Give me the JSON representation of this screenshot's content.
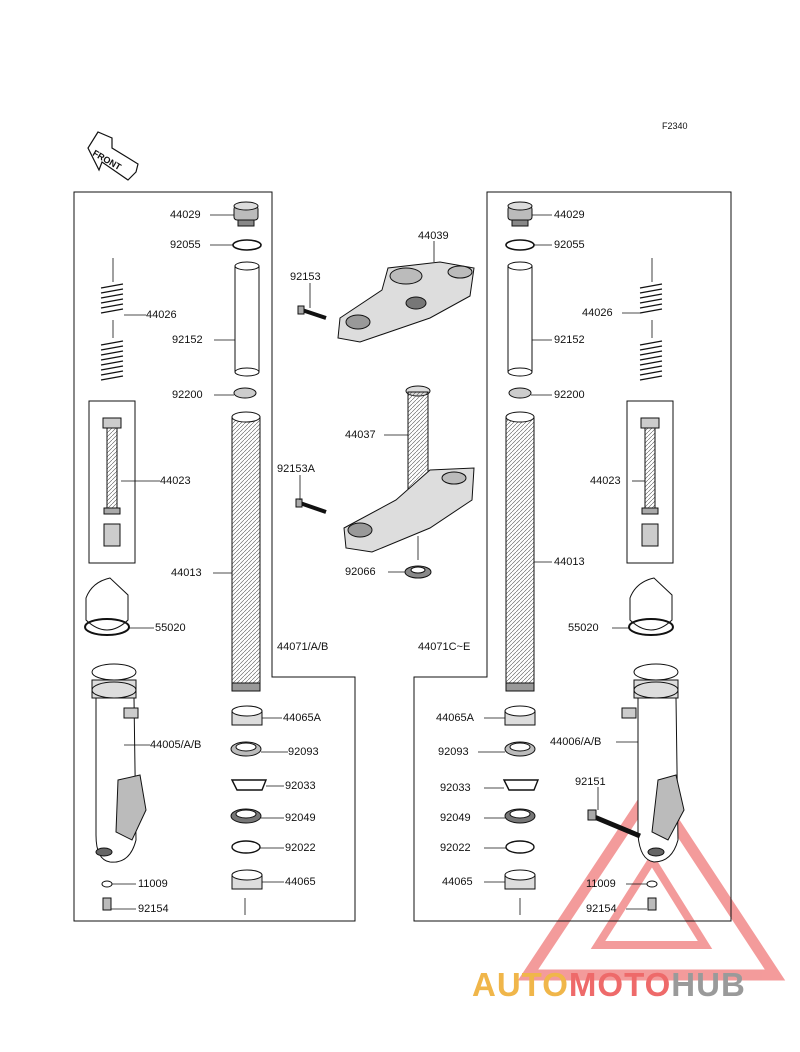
{
  "figure_code": "F2340",
  "front_arrow_text": "FRONT",
  "watermark": {
    "part1": "AUTO",
    "part2": "MOTO",
    "part3": "HUB",
    "triangle_color": "#ee4444"
  },
  "left_assembly": {
    "group_label": "44071/A/B",
    "labels": {
      "cap": "44029",
      "oring": "92055",
      "spring": "44026",
      "spacer": "92152",
      "washer": "92200",
      "cartridge": "44023",
      "inner_tube": "44013",
      "guard": "55020",
      "outer_tube": "44005/A/B",
      "bush_a": "44065A",
      "seal_washer": "92093",
      "clip": "92033",
      "oil_seal": "92049",
      "dust_seal": "92022",
      "bush": "44065",
      "gasket": "11009",
      "bolt": "92154"
    }
  },
  "center_assembly": {
    "labels": {
      "upper_clamp": "44039",
      "upper_bolt": "92153",
      "stem": "44037",
      "lower_bolt": "92153A",
      "stem_seal": "92066"
    }
  },
  "right_assembly": {
    "group_label": "44071C~E",
    "labels": {
      "cap": "44029",
      "oring": "92055",
      "spring": "44026",
      "spacer": "92152",
      "washer": "92200",
      "cartridge": "44023",
      "inner_tube": "44013",
      "guard": "55020",
      "outer_tube": "44006/A/B",
      "bush_a": "44065A",
      "seal_washer": "92093",
      "clip": "92033",
      "axle_bolt": "92151",
      "oil_seal": "92049",
      "dust_seal": "92022",
      "bush": "44065",
      "gasket": "11009",
      "bolt": "92154"
    }
  }
}
